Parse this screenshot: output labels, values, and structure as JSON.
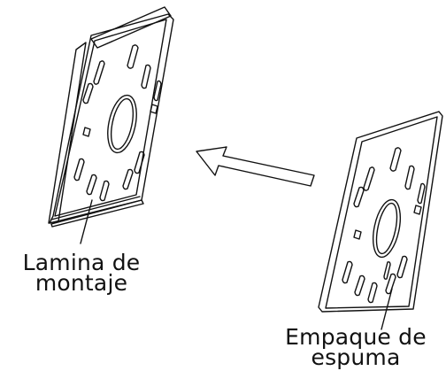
{
  "labels": {
    "mounting_plate": [
      "Lamina de",
      "montaje"
    ],
    "foam_gasket": [
      "Empaque de",
      "espuma"
    ]
  },
  "colors": {
    "line": "#111111",
    "background": "#ffffff"
  }
}
